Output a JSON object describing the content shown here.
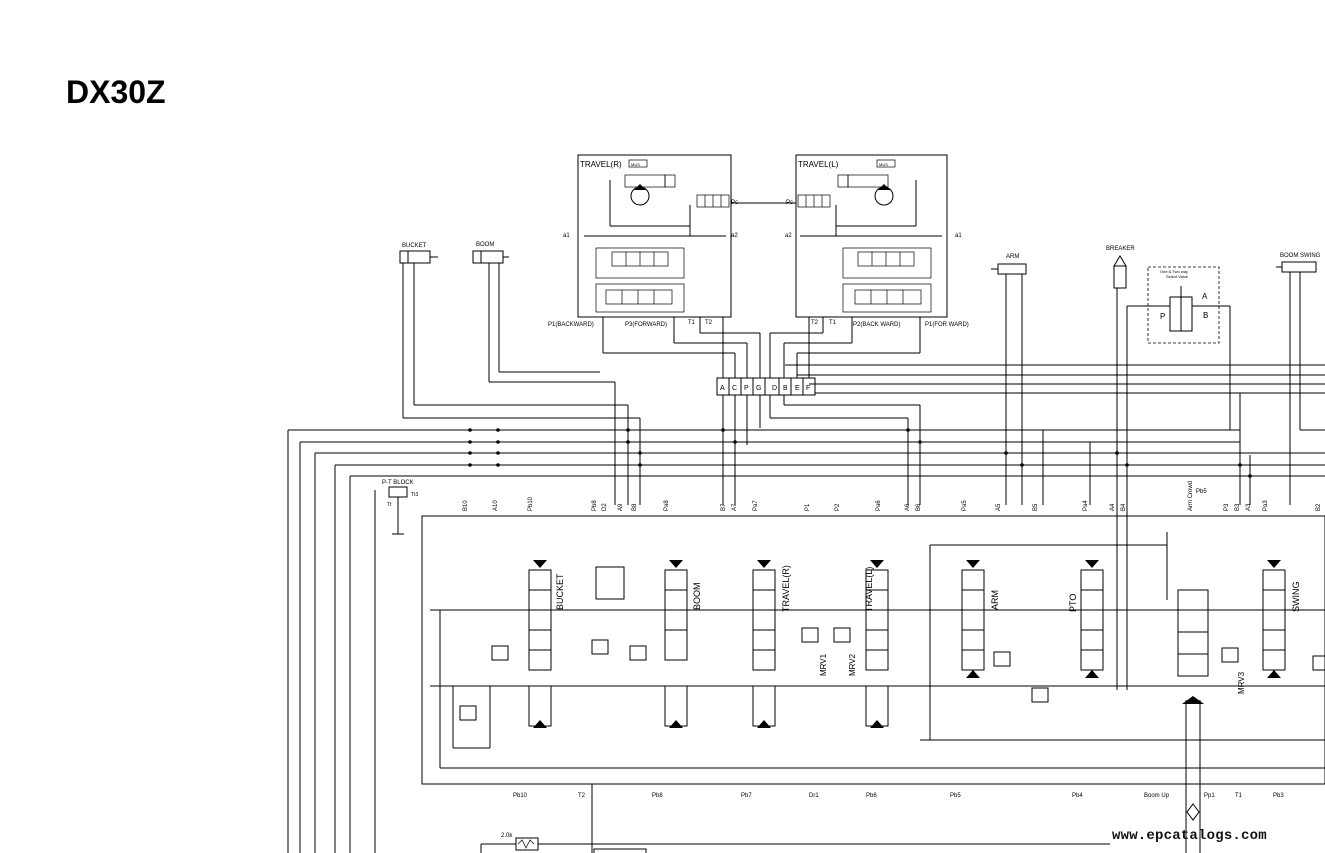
{
  "title": "DX30Z",
  "watermark": "www.epcatalogs.com",
  "motors": {
    "travel_right": {
      "name": "TRAVEL(R)",
      "ports": [
        "a1",
        "a2",
        "Pc"
      ],
      "bottom_labels": [
        "P1(BACKWARD)",
        "P3(FORWARD)",
        "T1",
        "T2"
      ]
    },
    "travel_left": {
      "name": "TRAVEL(L)",
      "ports": [
        "a2",
        "a1",
        "Pc"
      ],
      "bottom_labels": [
        "T2",
        "T1",
        "P2(BACK WARD)",
        "P1(FOR WARD)"
      ]
    }
  },
  "cylinders": [
    "BUCKET",
    "BOOM",
    "ARM",
    "BREAKER",
    "BOOM SWING"
  ],
  "selector": {
    "title_line1": "One & Two way",
    "title_line2": "Select Valve",
    "ports": [
      "A",
      "P",
      "B"
    ]
  },
  "swivel_ports": [
    "A",
    "C",
    "P",
    "G",
    "D",
    "B",
    "E",
    "F"
  ],
  "pt_block": {
    "name": "P-T BLOCK",
    "ports": [
      "Tt3",
      "Tt"
    ]
  },
  "top_ports": [
    "B10",
    "A10",
    "Pb10",
    "Pb8",
    "D2",
    "A9",
    "B8",
    "Pa8",
    "B7",
    "A7",
    "Pa7",
    "P1",
    "P2",
    "Pa6",
    "A6",
    "B6",
    "Pa5",
    "A5",
    "B5",
    "Pa4",
    "A4",
    "B4",
    "Arm Crowd",
    "Pb5",
    "P3",
    "B3",
    "A3",
    "Pa3",
    "B2"
  ],
  "sections": [
    "BUCKET",
    "BOOM",
    "TRAVEL(R)",
    "TRAVEL(L)",
    "ARM",
    "PTO",
    "SWING"
  ],
  "relief_valves": [
    "MRV1",
    "MRV2",
    "MRV3"
  ],
  "bottom_ports": [
    "Pb10",
    "T2",
    "Pb8",
    "Pb7",
    "Dr1",
    "Pb6",
    "Pb5",
    "Pb4",
    "Boom Up",
    "Pp1",
    "T1",
    "Pb3"
  ],
  "restrictor_label": "2.0k",
  "motor_label_r": "MUS",
  "motor_label_l": "MUS"
}
